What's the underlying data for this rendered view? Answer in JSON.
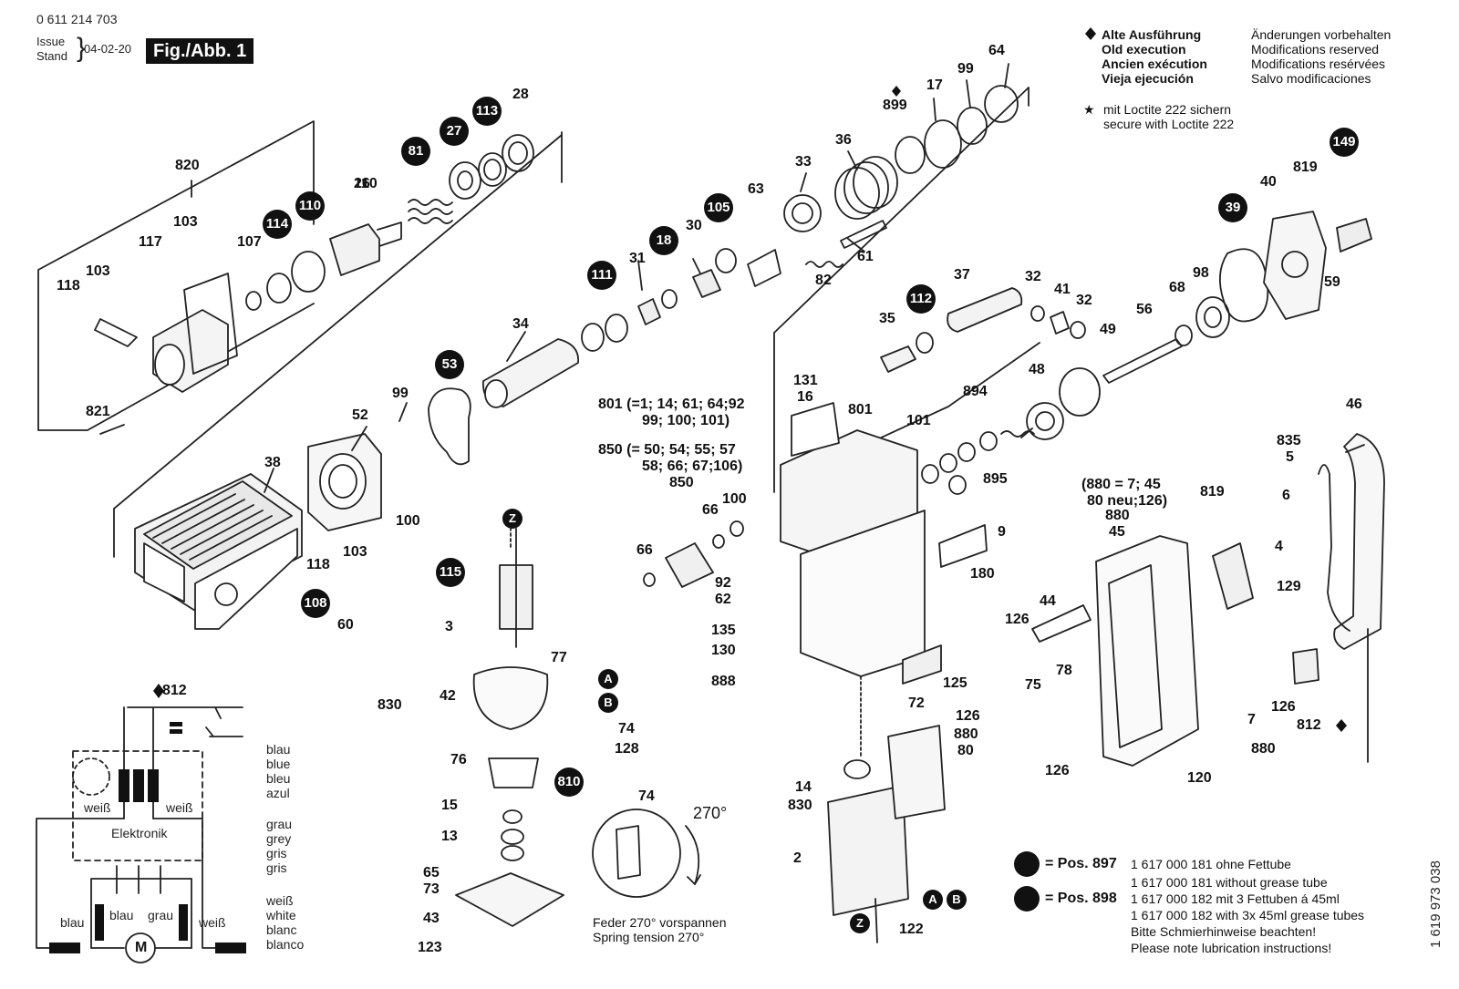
{
  "header": {
    "doc_number": "0 611 214 703",
    "issue_label_1": "Issue",
    "issue_label_2": "Stand",
    "issue_date": "04-02-20",
    "figure_label": "Fig./Abb. 1"
  },
  "legend": {
    "old_execution": [
      "Alte Ausführung",
      "Old execution",
      "Ancien exécution",
      "Vieja ejecución"
    ],
    "modifications": [
      "Änderungen vorbehalten",
      "Modifications reserved",
      "Modifications resérvées",
      "Salvo modificaciones"
    ],
    "loctite": [
      "mit Loctite 222 sichern",
      "secure with Loctite 222"
    ]
  },
  "groups": {
    "g801": [
      "801 (=1; 14; 61; 64;92",
      "99; 100; 101)"
    ],
    "g850": [
      "850 (= 50; 54; 55; 57",
      "58; 66; 67;106)"
    ],
    "g880": [
      "(880 = 7; 45",
      "80 neu;126)"
    ]
  },
  "spring_note": [
    "Feder 270° vorspannen",
    "Spring tension 270°"
  ],
  "spring_angle": "270°",
  "wiring": {
    "right_labels": [
      "blau",
      "blue",
      "bleu",
      "azul",
      "grau",
      "grey",
      "gris",
      "gris",
      "weiß",
      "white",
      "blanc",
      "blanco"
    ],
    "inner": [
      "weiß",
      "weiß",
      "Elektronik",
      "blau",
      "blau",
      "grau",
      "weiß"
    ],
    "motor": "M",
    "label_812": "812"
  },
  "lubrication": {
    "pos897": "= Pos. 897",
    "pos898": "= Pos. 898",
    "lines": [
      "1 617 000 181 ohne Fettube",
      "1 617 000 181 without grease tube",
      "1 617 000 182 mit 3 Fettuben á 45ml",
      "1 617 000 182 with 3x 45ml grease tubes",
      "Bitte Schmierhinweise beachten!",
      "Please note lubrication instructions!"
    ]
  },
  "side_code": "1 619 973 038",
  "labels": [
    "820",
    "103",
    "117",
    "118",
    "103",
    "107",
    "114",
    "110",
    "26",
    "81",
    "27",
    "113",
    "28",
    "821",
    "38",
    "52",
    "99",
    "53",
    "34",
    "111",
    "31",
    "18",
    "30",
    "105",
    "63",
    "33",
    "36",
    "899",
    "17",
    "99",
    "64",
    "61",
    "82",
    "118",
    "103",
    "100",
    "108",
    "60",
    "115",
    "3",
    "77",
    "42",
    "74",
    "128",
    "76",
    "810",
    "15",
    "13",
    "65",
    "73",
    "43",
    "123",
    "830",
    "74",
    "801",
    "16",
    "131",
    "101",
    "894",
    "895",
    "48",
    "35",
    "112",
    "37",
    "32",
    "41",
    "32",
    "49",
    "56",
    "68",
    "98",
    "39",
    "40",
    "819",
    "149",
    "59",
    "850",
    "66",
    "100",
    "66",
    "92",
    "62",
    "135",
    "130",
    "888",
    "9",
    "180",
    "72",
    "125",
    "126",
    "880",
    "80",
    "14",
    "830",
    "2",
    "122",
    "46",
    "835",
    "5",
    "6",
    "880",
    "45",
    "819",
    "4",
    "129",
    "44",
    "126",
    "75",
    "78",
    "126",
    "7",
    "880",
    "120",
    "126",
    "812"
  ],
  "circle_labels": [
    "114",
    "110",
    "81",
    "27",
    "113",
    "53",
    "111",
    "18",
    "105",
    "108",
    "115",
    "810",
    "112",
    "39",
    "149"
  ],
  "marker_labels": [
    "Z",
    "Z",
    "A",
    "B",
    "A",
    "B"
  ]
}
